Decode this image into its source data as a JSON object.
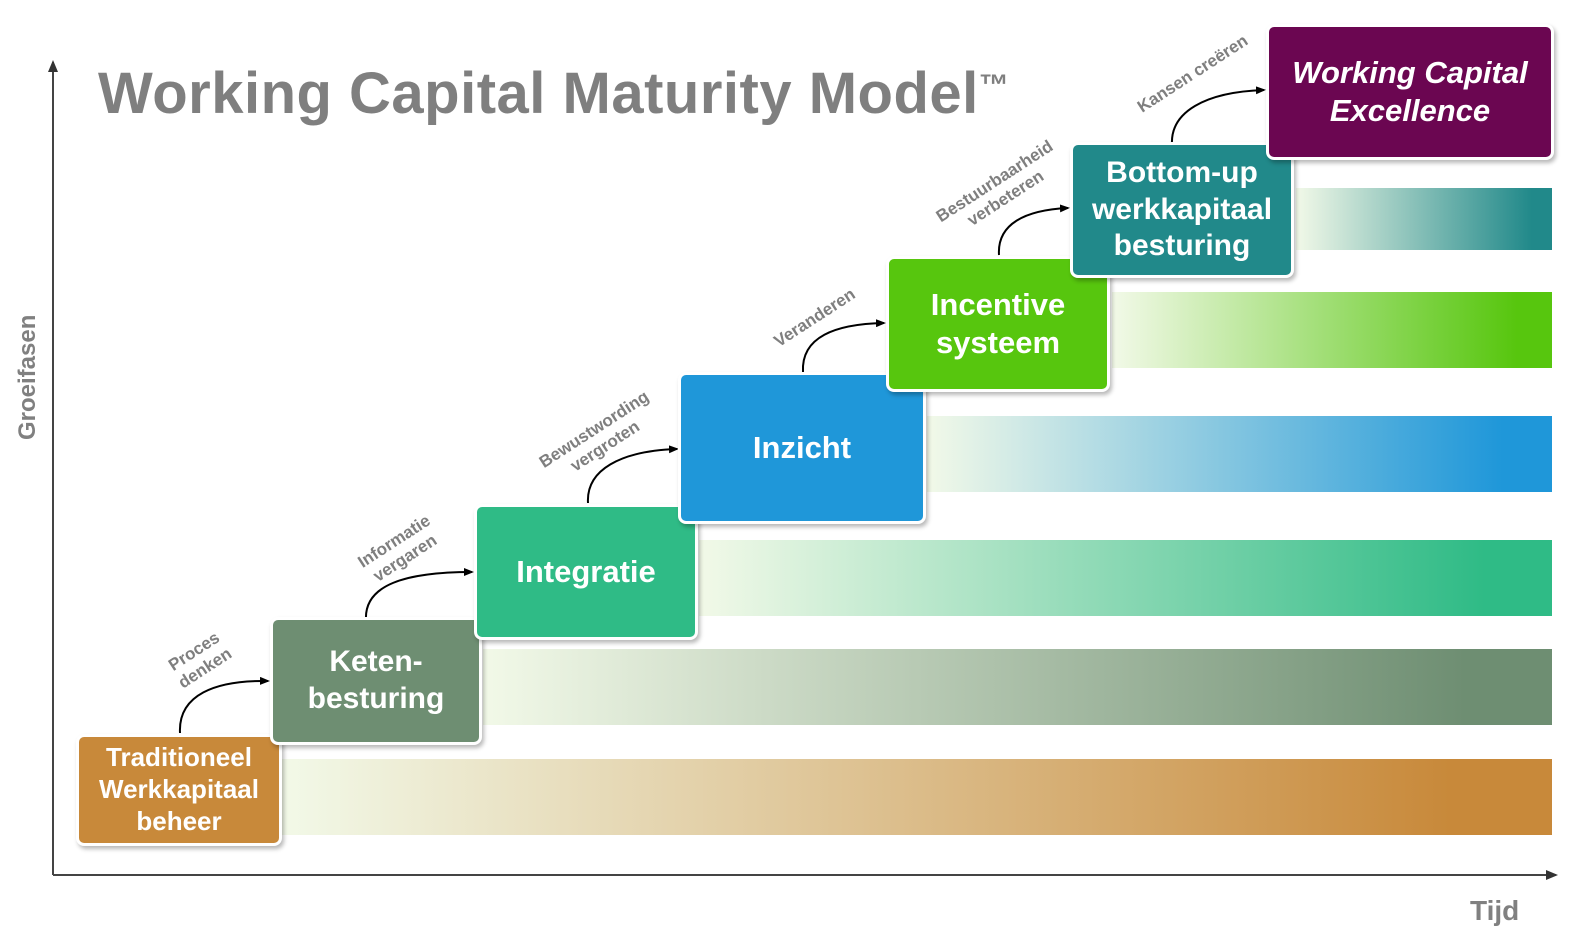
{
  "title": "Working Capital Maturity Model",
  "title_mark": "™",
  "axes": {
    "y_label": "Groeifasen",
    "x_label": "Tijd"
  },
  "steps": [
    {
      "label": "Traditioneel\nWerkkapitaal\nbeheer",
      "color": "#c8893a"
    },
    {
      "label": "Keten-\nbesturing",
      "color": "#6e8e72"
    },
    {
      "label": "Integratie",
      "color": "#2fbb86"
    },
    {
      "label": "Inzicht",
      "color": "#1f97d9"
    },
    {
      "label": "Incentive\nsysteem",
      "color": "#57c60e"
    },
    {
      "label": "Bottom-up\nwerkkapitaal\nbesturing",
      "color": "#21898a"
    },
    {
      "label": "Working Capital\nExcellence",
      "color": "#6b0651"
    }
  ],
  "transitions": [
    "Proces\ndenken",
    "Informatie\nvergaren",
    "Bewustwording\nvergroten",
    "Veranderen",
    "Bestuurbaarheid\nverbeteren",
    "Kansen creëren"
  ]
}
